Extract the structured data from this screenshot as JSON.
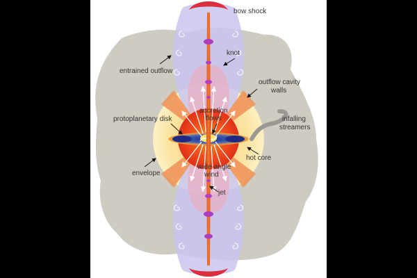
{
  "labels": {
    "bow_shock": "bow shock",
    "knot": "knot",
    "entrained_outflow": "entrained outflow",
    "outflow_cavity_walls_1": "outflow cavity",
    "outflow_cavity_walls_2": "walls",
    "accretion_flows_1": "accretion",
    "accretion_flows_2": "flows",
    "protoplanetary_disk": "protoplanetary disk",
    "infalling_streamers_1": "infalling",
    "infalling_streamers_2": "streamers",
    "hot_core": "hot core",
    "envelope": "envelope",
    "wide_angle_wind_1": "wide-angle",
    "wide_angle_wind_2": "wind",
    "jet": "jet"
  },
  "colors": {
    "background": "#000000",
    "panel": "#ffffff",
    "cloud": "#cdcbc2",
    "envelope": "#fbe3a0",
    "cavity": "#c9c6f0",
    "hot_core": "#e8321c",
    "disk": "#2e3f9a",
    "jet": "#d8341f",
    "knot": "#b03ec0"
  }
}
